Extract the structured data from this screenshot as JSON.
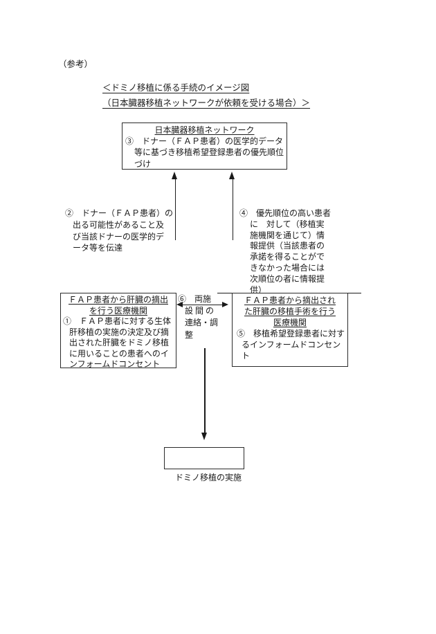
{
  "page": {
    "background": "#ffffff",
    "ink": "#1a1a1a",
    "reference_label": "（参考）"
  },
  "title": {
    "line1": "＜ドミノ移植に係る手続のイメージ図",
    "line2": "（日本臓器移植ネットワークが依頼を受ける場合）＞"
  },
  "network_box": {
    "title": "日本臓器移植ネットワーク",
    "body": "③　ドナー（ＦＡＰ患者）の医学的データ\n等に基づき移植希望登録患者の優先順位\nづけ"
  },
  "annotations": {
    "step2": "②　ドナー（ＦＡＰ患者）の\n出る可能性があること及\nび当該ドナーの医学的デ\nータ等を伝達",
    "step4": "④　優先順位の高い患者\nに　対して（移植実\n施機関を通じて）情\n報提供（当該患者の\n承諾を得ることがで\nきなかった場合には\n次順位の者に情報提\n供）",
    "step6": "⑥　両施\n設 間 の\n連絡・調\n整"
  },
  "procurement_box": {
    "title": "ＦＡＰ患者から肝臓の摘出\nを行う医療機関",
    "body": "①　ＦＡＰ患者に対する生体\n肝移植の実施の決定及び摘\n出された肝臓をドミノ移植\nに用いることの患者へのイ\nンフォームドコンセント"
  },
  "transplant_box": {
    "title": "ＦＡＰ患者から摘出され\nた肝臓の移植手術を行う\n医療機関",
    "body": "⑤　移植希望登録患者に対す\nるインフォームドコンセン\nト"
  },
  "execution_box": {
    "label": "ドミノ移植の実施"
  }
}
